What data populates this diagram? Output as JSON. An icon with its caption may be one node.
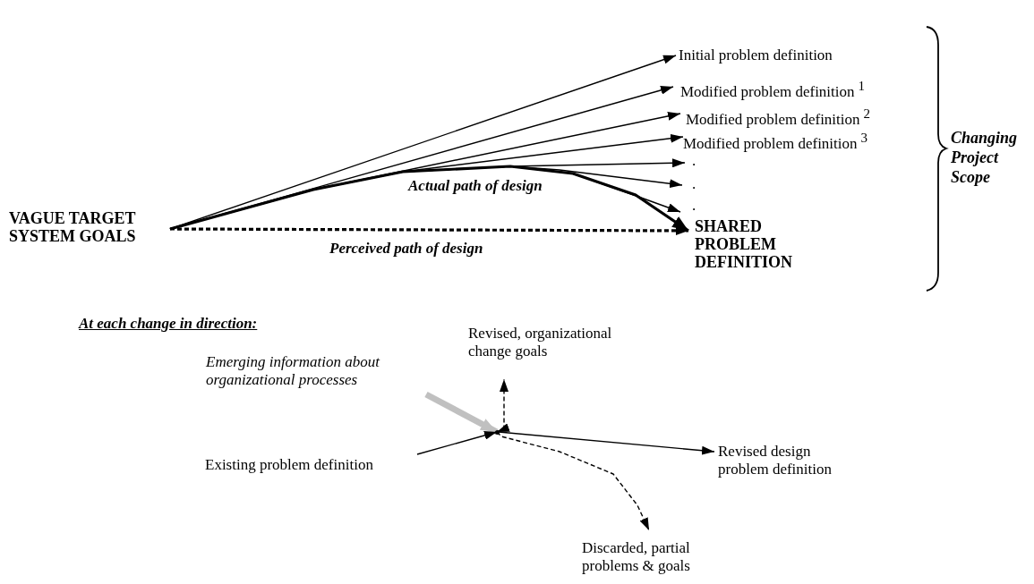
{
  "diagram": {
    "nodes": [
      {
        "text": [
          "VAGUE TARGET SYSTEM GOALS"
        ]
      },
      {
        "text": [
          "Initial problem definition"
        ]
      },
      {
        "text": [
          "Modified problem definition",
          "1"
        ]
      },
      {
        "text": [
          "Modified problem definition",
          "2"
        ]
      },
      {
        "text": [
          "Modified problem definition",
          "3"
        ]
      },
      {
        "text": [
          "."
        ]
      },
      {
        "text": [
          "."
        ]
      },
      {
        "text": [
          "."
        ]
      },
      {
        "text": [
          "SHARED PROBLEM DEFINITION"
        ]
      },
      {
        "text": [
          "Revised, organizational change goals"
        ]
      },
      {
        "text": [
          "Emerging information about organizational processes"
        ]
      },
      {
        "text": [],
        "shape": "point"
      },
      {
        "text": [
          "Existing problem definition"
        ]
      },
      {
        "text": [
          "Revised design problem definition"
        ]
      },
      {
        "text": [
          "Discarded, partial problems & goals"
        ]
      }
    ],
    "edges": [
      {
        "from": 0,
        "to": 1,
        "arrow": "to"
      },
      {
        "from": 0,
        "to": 2,
        "arrow": "to"
      },
      {
        "from": 0,
        "to": 3,
        "arrow": "to"
      },
      {
        "from": 0,
        "to": 4,
        "arrow": "to"
      },
      {
        "from": 0,
        "to": 5,
        "arrow": "to"
      },
      {
        "from": 0,
        "to": 6,
        "arrow": "to"
      },
      {
        "from": 0,
        "to": 7,
        "arrow": "to"
      },
      {
        "from": 0,
        "to": 8,
        "arrow": "to",
        "style": "thick",
        "label": "Actual path of design"
      },
      {
        "from": 0,
        "to": 8,
        "arrow": "to",
        "style": "dashed",
        "label": "Perceived path of design"
      },
      {
        "from": 10,
        "to": 11,
        "arrow": "to",
        "style": "thick",
        "color": "#c0c0c0"
      },
      {
        "from": 11,
        "to": 9,
        "arrow": "both",
        "style": "dashed"
      },
      {
        "from": 12,
        "to": 11,
        "arrow": "to"
      },
      {
        "from": 11,
        "to": 13,
        "arrow": "to"
      },
      {
        "from": 11,
        "to": 14,
        "arrow": "to",
        "style": "dashed"
      }
    ],
    "labels": [
      "Changing Project Scope",
      "At each change in direction:"
    ]
  }
}
